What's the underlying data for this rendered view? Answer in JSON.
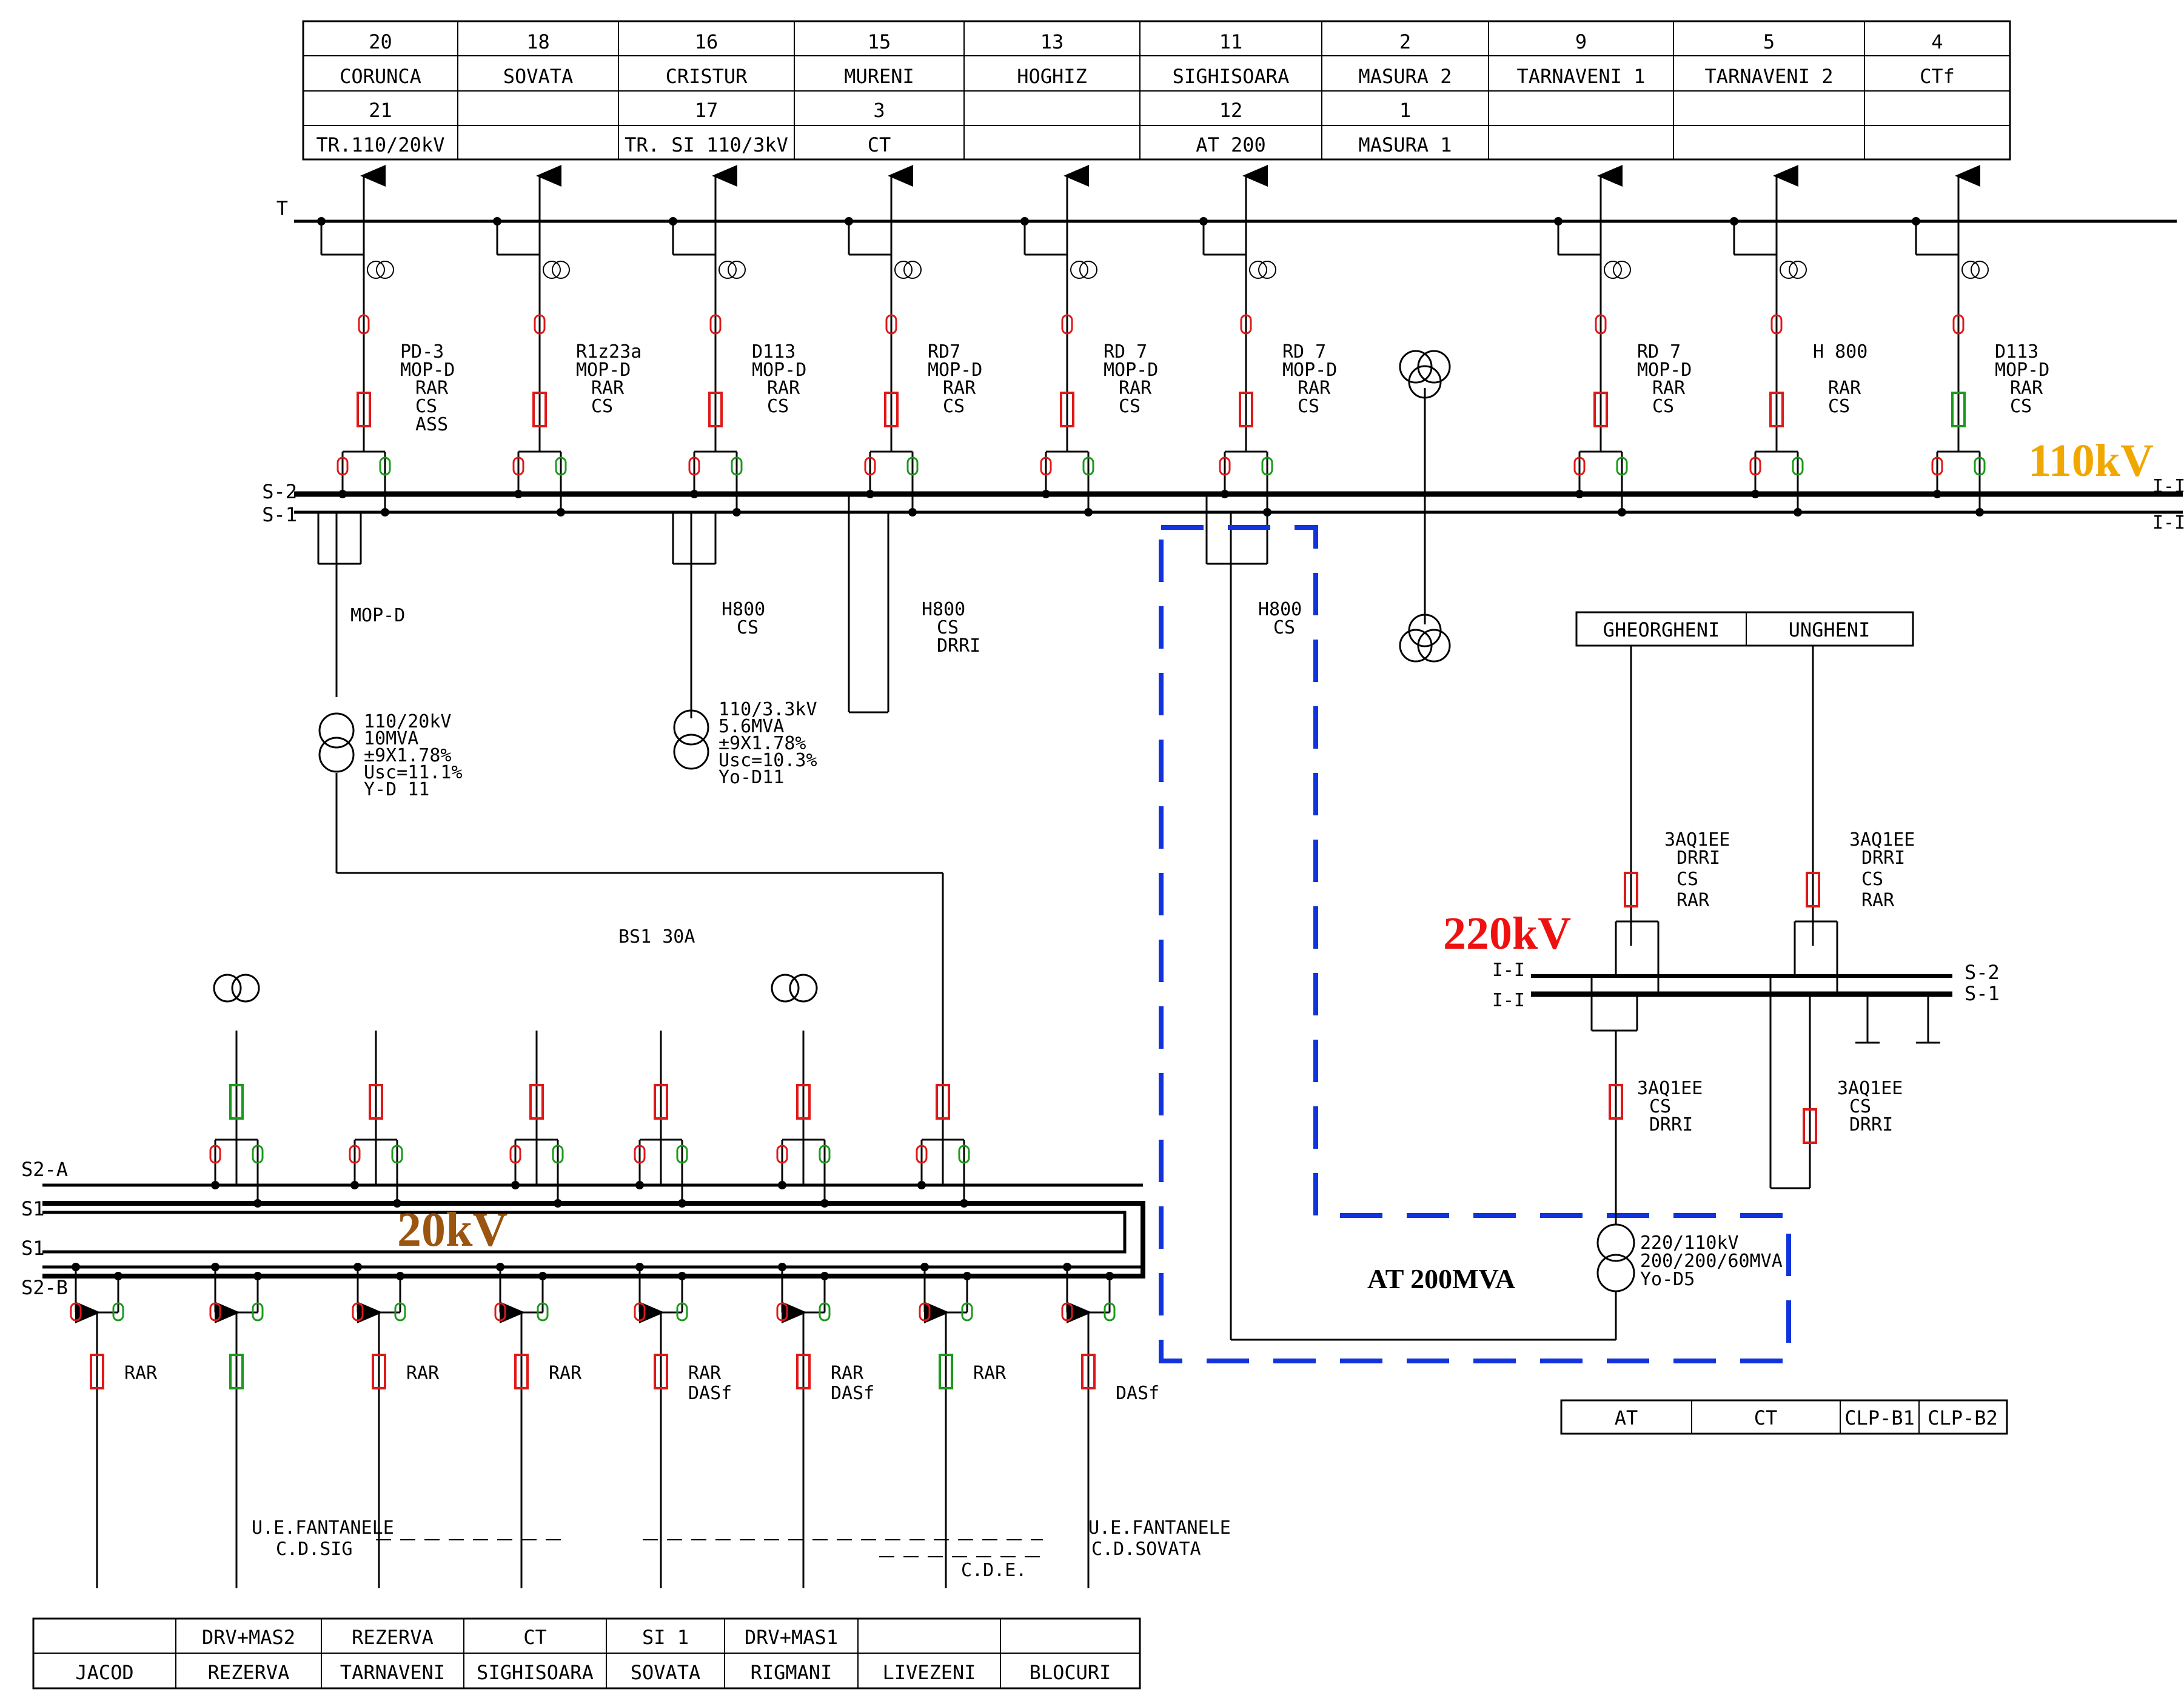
{
  "colors": {
    "line": "#000000",
    "breaker": "#e01818",
    "breaker_closed": "#1a9a1a",
    "disconnector_open": "#e01818",
    "disconnector_closed": "#1a9a1a",
    "v110_label": "#f0a800",
    "v220_label": "#ee1111",
    "v20_label": "#9a5510",
    "at_dashed": "#1133dd"
  },
  "top_table": {
    "numbers_row1": [
      "20",
      "18",
      "16",
      "15",
      "13",
      "11",
      "2",
      "9",
      "5",
      "4"
    ],
    "names_row1": [
      "CORUNCA",
      "SOVATA",
      "CRISTUR",
      "MURENI",
      "HOGHIZ",
      "SIGHISOARA",
      "MASURA 2",
      "TARNAVENI 1",
      "TARNAVENI 2",
      "CTf"
    ],
    "numbers_row2": [
      "21",
      "",
      "17",
      "3",
      "",
      "12",
      "1",
      "",
      "",
      ""
    ],
    "names_row2": [
      "TR.110/20kV",
      "",
      "TR. SI 110/3kV",
      "CT",
      "",
      "AT 200",
      "MASURA 1",
      "",
      "",
      ""
    ]
  },
  "bus110": {
    "T": "T",
    "S2": "S-2",
    "S1": "S-1",
    "II_a": "I-I",
    "II_b": "I-I",
    "voltage": "110kV"
  },
  "feeders110": [
    {
      "relay": "PD-3",
      "prot": "MOP-D",
      "rar": "RAR",
      "cs": "CS",
      "extra": "ASS"
    },
    {
      "relay": "R1z23a",
      "prot": "MOP-D",
      "rar": "RAR",
      "cs": "CS",
      "extra": ""
    },
    {
      "relay": "D113",
      "prot": "MOP-D",
      "rar": "RAR",
      "cs": "CS",
      "extra": ""
    },
    {
      "relay": "RD7",
      "prot": "MOP-D",
      "rar": "RAR",
      "cs": "CS",
      "extra": ""
    },
    {
      "relay": "RD 7",
      "prot": "MOP-D",
      "rar": "RAR",
      "cs": "CS",
      "extra": ""
    },
    {
      "relay": "RD 7",
      "prot": "MOP-D",
      "rar": "RAR",
      "cs": "CS",
      "extra": ""
    },
    {
      "relay": "RD 7",
      "prot": "MOP-D",
      "rar": "RAR",
      "cs": "CS",
      "extra": ""
    },
    {
      "relay": "H 800",
      "prot": "",
      "rar": "RAR",
      "cs": "CS",
      "extra": ""
    },
    {
      "relay": "D113",
      "prot": "MOP-D",
      "rar": "RAR",
      "cs": "CS",
      "extra": ""
    }
  ],
  "tr20": {
    "prot": "MOP-D",
    "l1": "110/20kV",
    "l2": "10MVA",
    "l3": "±9X1.78%",
    "l4": "Usc=11.1%",
    "l5": "Y-D 11"
  },
  "trsi": {
    "relay": "H800",
    "cs": "CS",
    "l1": "110/3.3kV",
    "l2": "5.6MVA",
    "l3": "±9X1.78%",
    "l4": "Usc=10.3%",
    "l5": "Yo-D11"
  },
  "ct_bay": {
    "relay": "H800",
    "cs": "CS",
    "drri": "DRRI"
  },
  "at_bay": {
    "relay": "H800",
    "cs": "CS"
  },
  "bus220": {
    "voltage": "220kV",
    "S2": "S-2",
    "S1": "S-1",
    "II_a": "I-I",
    "II_b": "I-I",
    "feeder_names": [
      "GHEORGHENI",
      "UNGHENI"
    ],
    "feeder_relay": "3AQ1EE",
    "feeder_drri": "DRRI",
    "feeder_cs": "CS",
    "feeder_rar": "RAR",
    "at_relay": "3AQ1EE",
    "at_cs": "CS",
    "at_drri": "DRRI",
    "cpl_relay": "3AQ1EE",
    "cpl_cs": "CS",
    "cpl_drri": "DRRI"
  },
  "at": {
    "l1": "220/110kV",
    "l2": "200/200/60MVA",
    "l3": "Yo-D5",
    "name": "AT 200MVA",
    "table": [
      "AT",
      "CT",
      "CLP-B1",
      "CLP-B2"
    ]
  },
  "bus20": {
    "voltage": "20kV",
    "S2A": "S2-A",
    "S1a": "S1",
    "S1b": "S1",
    "S2B": "S2-B",
    "bs": "BS1 30A",
    "ufa": "U.E.FANTANELE",
    "cdsig": "C.D.SIG",
    "ufb": "U.E.FANTANELE",
    "cdsov": "C.D.SOVATA",
    "cde": "C.D.E."
  },
  "feeders20": [
    {
      "rar": "RAR",
      "dasf": ""
    },
    {
      "rar": "",
      "dasf": ""
    },
    {
      "rar": "RAR",
      "dasf": ""
    },
    {
      "rar": "RAR",
      "dasf": ""
    },
    {
      "rar": "RAR",
      "dasf": "DASf"
    },
    {
      "rar": "RAR",
      "dasf": "DASf"
    },
    {
      "rar": "RAR",
      "dasf": ""
    },
    {
      "rar": "",
      "dasf": "DASf"
    }
  ],
  "bottom_table": {
    "row1": [
      "",
      "DRV+MAS2",
      "REZERVA",
      "CT",
      "SI 1",
      "DRV+MAS1",
      "",
      ""
    ],
    "row2": [
      "JACOD",
      "REZERVA",
      "TARNAVENI",
      "SIGHISOARA",
      "SOVATA",
      "RIGMANI",
      "LIVEZENI",
      "BLOCURI"
    ]
  }
}
